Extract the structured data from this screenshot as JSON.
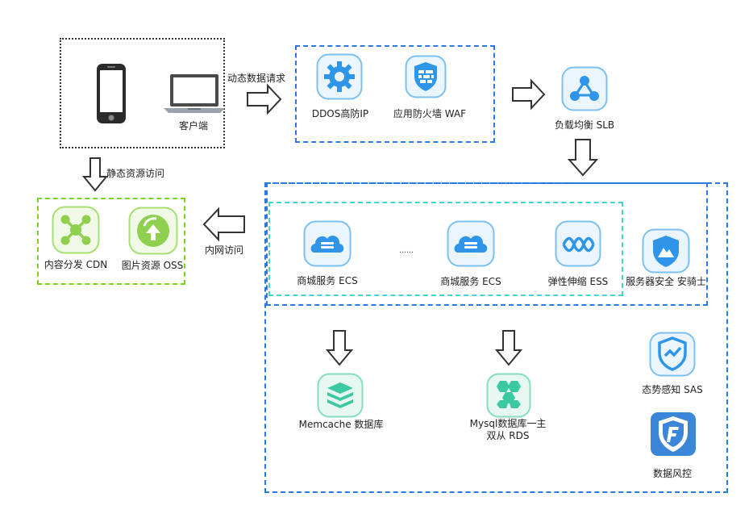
{
  "client": {
    "label": "客户端"
  },
  "flows": {
    "dynamic_request": "动态数据请求",
    "static_access": "静态资源访问",
    "intranet_access": "内网访问"
  },
  "security": {
    "ddos": "DDOS高防IP",
    "waf": "应用防火墙 WAF"
  },
  "slb": {
    "label": "负载均衡 SLB"
  },
  "cdn": {
    "cdn": "内容分发 CDN",
    "oss": "图片资源 OSS"
  },
  "app_tier": {
    "ecs_1": "商城服务 ECS",
    "ellipsis": "……",
    "ecs_2": "商城服务 ECS",
    "ess": "弹性伸缩 ESS",
    "server_security": "服务器安全 安骑士"
  },
  "data_tier": {
    "memcache": "Memcache 数据库",
    "mysql": "Mysql数据库一主双从 RDS"
  },
  "side_services": {
    "sas": "态势感知 SAS",
    "risk": "数据风控"
  },
  "colors": {
    "blue_dash": "#2a7ae2",
    "cyan_dash": "#3fd6d0",
    "green_dash": "#7ed321",
    "blue_icon": "#2e95e8",
    "green_icon": "#8fd14f",
    "teal_icon": "#3bc9a3"
  }
}
